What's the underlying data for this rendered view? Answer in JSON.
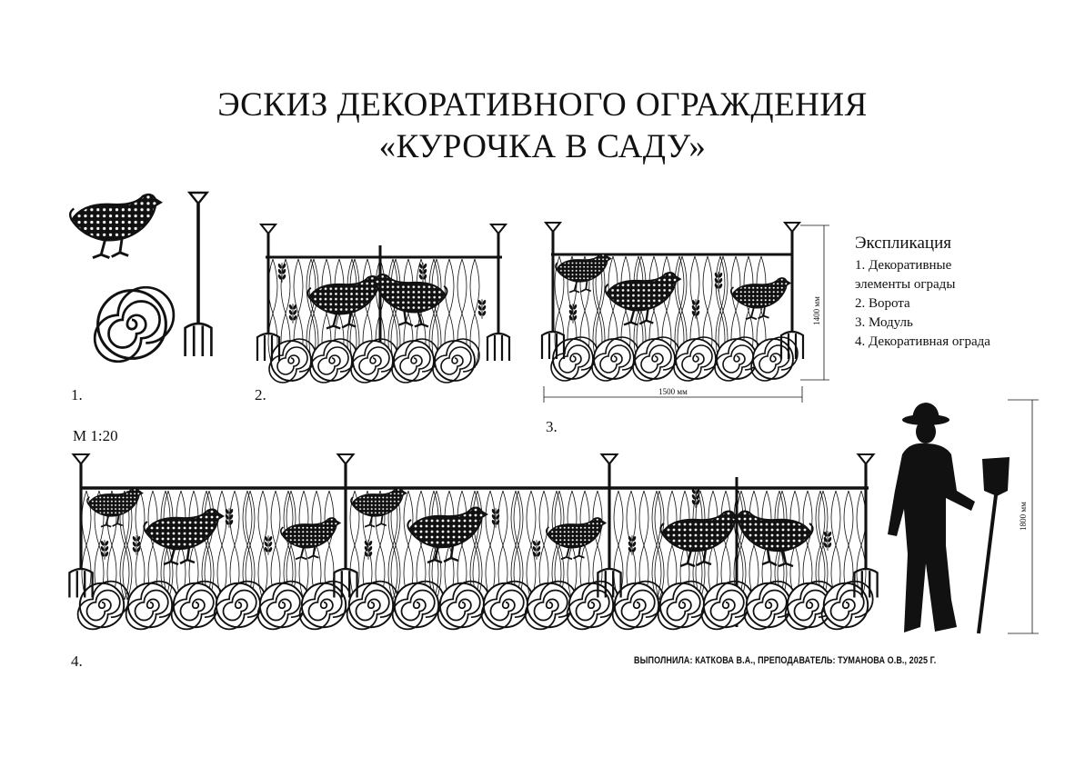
{
  "title_line1": "ЭСКИЗ ДЕКОРАТИВНОГО ОГРАЖДЕНИЯ",
  "title_line2": "«КУРОЧКА В САДУ»",
  "labels": {
    "elements": "1.",
    "gate": "2.",
    "module": "3.",
    "fence": "4.",
    "scale": "М 1:20"
  },
  "explication": {
    "title": "Экспликация",
    "items": [
      "1. Декоративные",
      "элементы ограды",
      "2. Ворота",
      "3. Модуль",
      "4. Декоративная ограда"
    ]
  },
  "dimensions": {
    "module_height": "1400 мм",
    "module_width": "1500 мм",
    "person_height": "1800 мм"
  },
  "credit": "ВЫПОЛНИЛА: КАТКОВА В.А., ПРЕПОДАВАТЕЛЬ: ТУМАНОВА О.В., 2025 Г.",
  "colors": {
    "ink": "#111111",
    "paper": "#ffffff"
  },
  "icons": [
    "hen-icon",
    "hay-bale-icon",
    "pitchfork-icon",
    "wheat-icon",
    "person-silhouette-icon",
    "shovel-icon"
  ]
}
